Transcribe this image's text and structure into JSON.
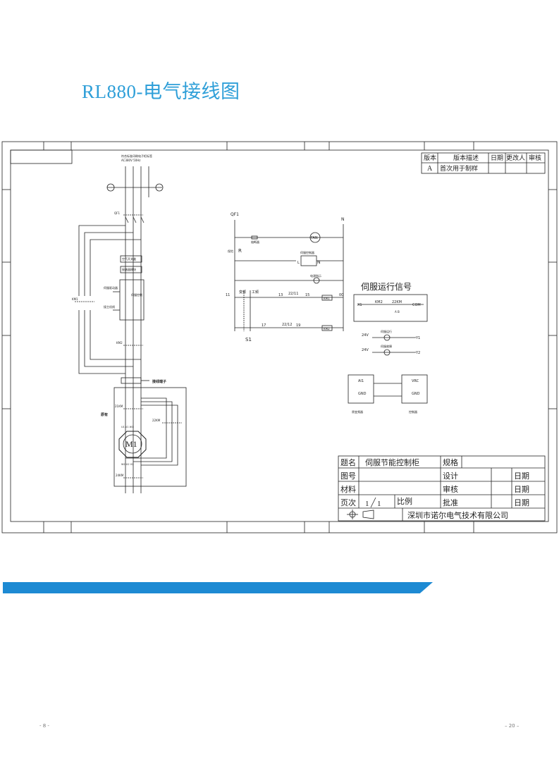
{
  "header": {
    "title": "RL880-电气接线图"
  },
  "revision_table": {
    "headers": [
      "版本",
      "版本描述",
      "日期",
      "更改人",
      "审核"
    ],
    "row": [
      "A",
      "首次用于制样",
      "",
      "",
      ""
    ]
  },
  "power_circuit": {
    "supply_note_1": "符合标准印刷电子柜标签",
    "supply_note_2": "AC380V 50Hz",
    "breaker": "QF1",
    "box_a": "空气开关盒",
    "box_b": "接触器模块",
    "label_left_1": "伺服驱动器",
    "label_left_2": "接主机线",
    "ctrl_text": "伺服控制",
    "km1": "KM1",
    "km2": "KM2",
    "terminal": "接线端子",
    "origin": "原有",
    "kt_21": "21KM",
    "kt_22": "22KM",
    "kt_24": "24KM",
    "motor": "M1",
    "motor_terms_top": "U1  V1  W1",
    "motor_terms_bot": "W2  U2  V2"
  },
  "control_circuit": {
    "qf": "QF1",
    "n": "N",
    "r": "R",
    "fuse_text": "熔断器",
    "side_text": "保险",
    "fan": "FAN",
    "servo_ctrl": "伺服控制器",
    "l": "L",
    "n2": "N",
    "power_ind": "电源指示",
    "n11": "11",
    "n13": "13",
    "n15": "15",
    "n00": "00",
    "n17": "17",
    "n19": "19",
    "frequency": "变频",
    "manual": "工频",
    "s1": "S1",
    "km21": "22/11",
    "km22": "22/12",
    "coil1": "KM1",
    "coil2": "KM2"
  },
  "servo_signal": {
    "title": "伺服运行信号",
    "x1": "X1",
    "km2": "KM2",
    "km22": "22KM",
    "com": "COM",
    "ab": "A   B",
    "v24a": "24V",
    "lamp1": "伺服运行",
    "y1": "Y1",
    "v24b": "24V",
    "lamp2": "伺服故障",
    "y2": "Y2"
  },
  "io_block": {
    "ai1": "AI1",
    "gnd1": "GND",
    "vrc": "VRC",
    "gnd2": "GND",
    "label1": "原变频器",
    "label2": "控制器"
  },
  "title_block": {
    "name_label": "题名",
    "name_value": "伺服节能控制柜",
    "spec_label": "规格",
    "drawing_label": "图号",
    "design_label": "设计",
    "date1": "日期",
    "material_label": "材料",
    "review_label": "审核",
    "date2": "日期",
    "page_label": "页次",
    "page_num": "1",
    "page_total": "1",
    "scale_label": "比例",
    "approve_label": "批准",
    "date3": "日期",
    "company": "深圳市诺尔电气技术有限公司"
  },
  "footer": {
    "left": "- 8 -",
    "right": "– 20 –"
  },
  "colors": {
    "title": "#2f9fd8",
    "banner": "#1d8ad3"
  }
}
